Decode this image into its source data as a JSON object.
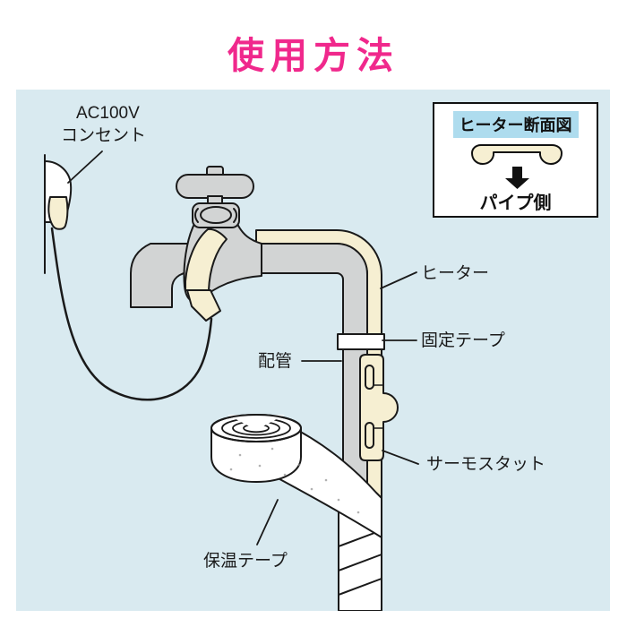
{
  "page": {
    "title": "使用方法"
  },
  "diagram": {
    "labels": {
      "outlet_line1": "AC100V",
      "outlet_line2": "コンセント",
      "heater": "ヒーター",
      "fixing_tape": "固定テープ",
      "pipe": "配管",
      "thermostat": "サーモスタット",
      "insulation_tape": "保温テープ"
    },
    "inset": {
      "title": "ヒーター断面図",
      "caption": "パイプ側",
      "arrow_icon": "down-arrow"
    },
    "colors": {
      "accent_pink": "#F0288C",
      "panel_blue": "#D9EAF0",
      "heater_cream": "#F6EFD2",
      "metal_gray": "#D2D4D4",
      "tape_white": "#FFFFFF",
      "outline_black": "#111111",
      "inset_highlight": "#AEDCEE"
    }
  }
}
